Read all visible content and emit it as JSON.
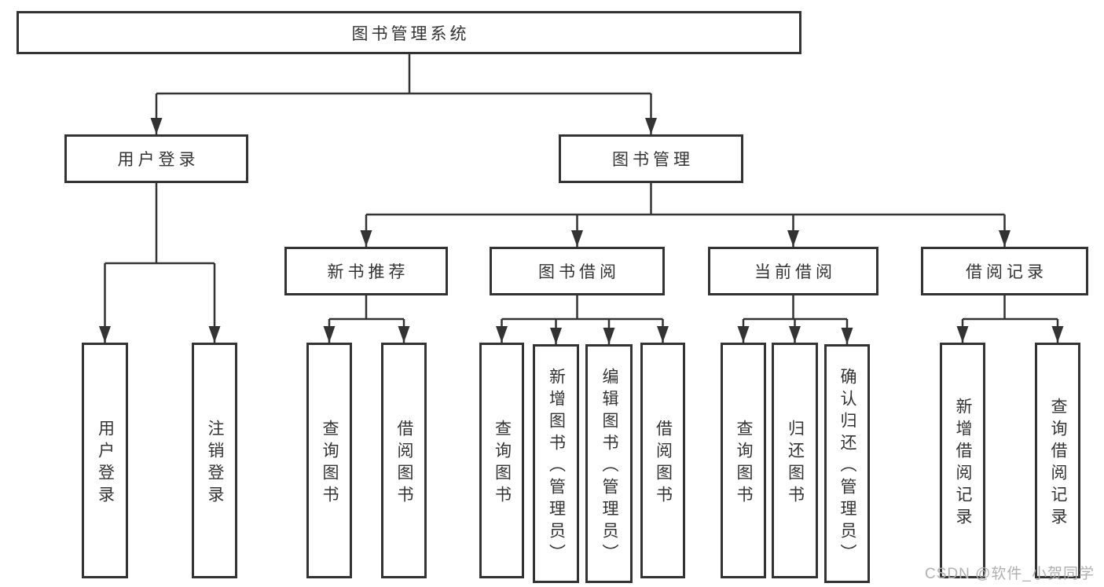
{
  "diagram_title": "图书管理系统",
  "root": {
    "label": "图书管理系统"
  },
  "user_branch": {
    "label": "用户登录",
    "leaves": [
      "用户登录",
      "注销登录"
    ]
  },
  "mgmt_branch": {
    "label": "图书管理",
    "groups": [
      {
        "label": "新书推荐",
        "leaves": [
          "查询图书",
          "借阅图书"
        ]
      },
      {
        "label": "图书借阅",
        "leaves": [
          "查询图书",
          "新增图书（管理员）",
          "编辑图书（管理员）",
          "借阅图书"
        ]
      },
      {
        "label": "当前借阅",
        "leaves": [
          "查询图书",
          "归还图书",
          "确认归还（管理员）"
        ]
      },
      {
        "label": "借阅记录",
        "leaves": [
          "新增借阅记录",
          "查询借阅记录"
        ]
      }
    ]
  },
  "watermark": "CSDN @软件_小贺同学",
  "colors": {
    "line": "#333333",
    "text": "#333333",
    "watermark": "#b0b0b0"
  }
}
